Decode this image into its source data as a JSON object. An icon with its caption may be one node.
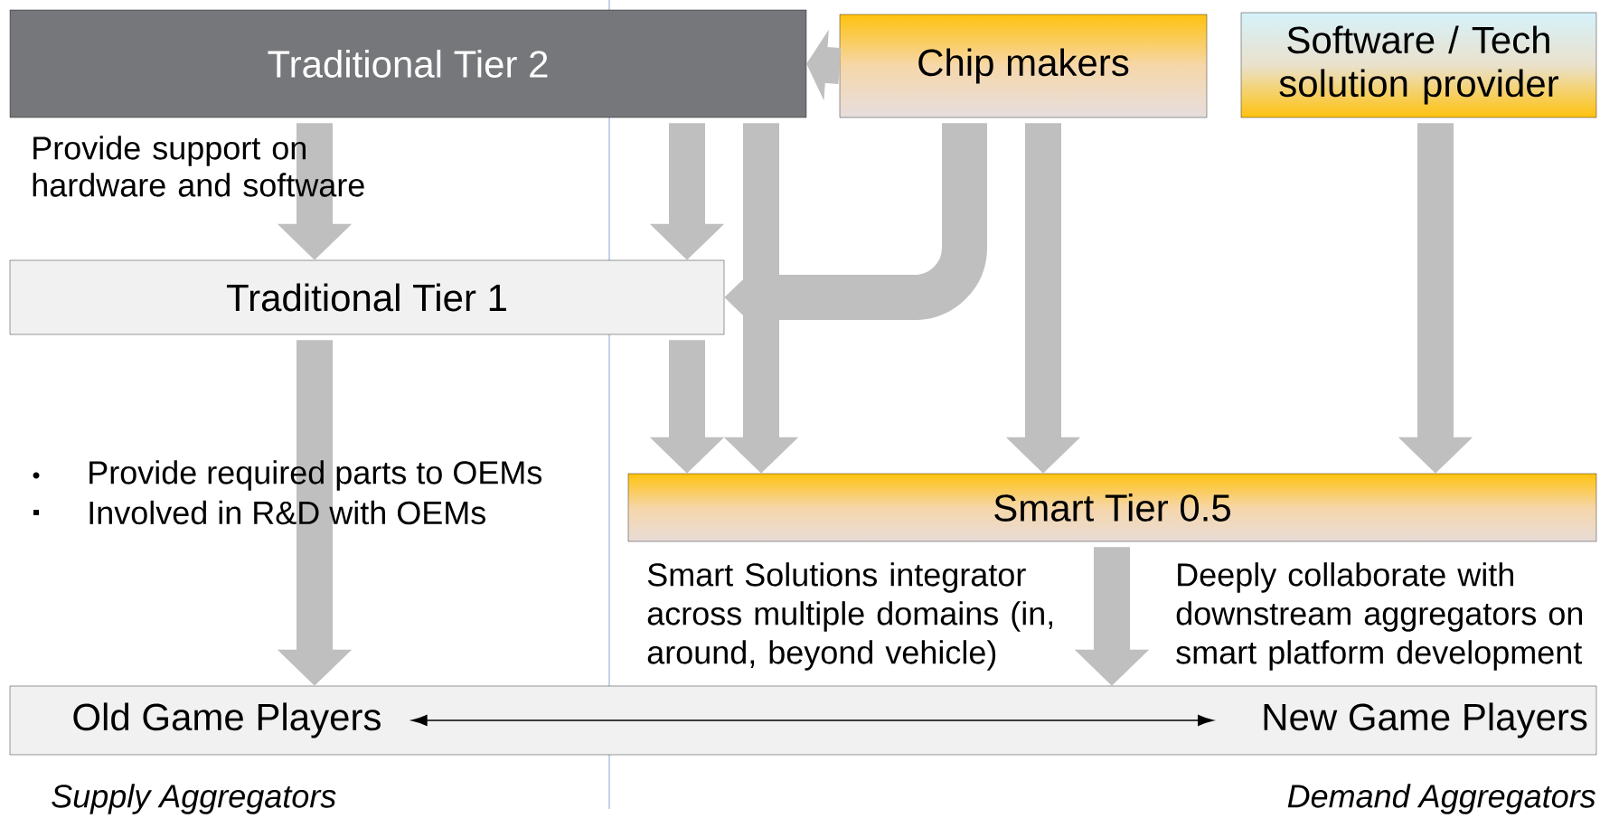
{
  "diagram": {
    "nodes": [
      {
        "text": [
          "Traditional Tier 2"
        ]
      },
      {
        "text": [
          "Chip makers"
        ]
      },
      {
        "text": [
          "Software / Tech solution provider"
        ]
      },
      {
        "text": [
          "Traditional Tier 1"
        ]
      },
      {
        "text": [
          "Smart Tier 0.5"
        ],
        "beside": [
          "Smart Solutions integrator across multiple domains (in, around, beyond vehicle)",
          "Deeply collaborate with downstream aggregators on smart platform development"
        ]
      },
      {
        "text": [],
        "shape": "box"
      },
      {
        "text": [
          "Old Game Players"
        ],
        "in": 5
      },
      {
        "text": [
          "New Game Players"
        ],
        "in": 5
      }
    ],
    "edges": [
      {
        "from": 1,
        "to": 0,
        "arrow": "to"
      },
      {
        "from": 0,
        "to": 3,
        "arrow": "to"
      },
      {
        "from": 0,
        "to": 3,
        "arrow": "to"
      },
      {
        "from": 0,
        "to": 4,
        "arrow": "to"
      },
      {
        "from": 1,
        "to": 3,
        "arrow": "to"
      },
      {
        "from": 1,
        "to": 4,
        "arrow": "to"
      },
      {
        "from": 2,
        "to": 4,
        "arrow": "to"
      },
      {
        "from": 3,
        "to": 5,
        "arrow": "to"
      },
      {
        "from": 3,
        "to": 4,
        "arrow": "to"
      },
      {
        "from": 4,
        "to": 5,
        "arrow": "to"
      },
      {
        "from": 6,
        "to": 7,
        "arrow": "both",
        "color": "#000000"
      }
    ],
    "labels": [
      "Provide support on hardware and software",
      "Provide required parts to OEMs",
      "Involved in R&D with OEMs",
      "Supply Aggregators",
      "Demand Aggregators"
    ]
  }
}
